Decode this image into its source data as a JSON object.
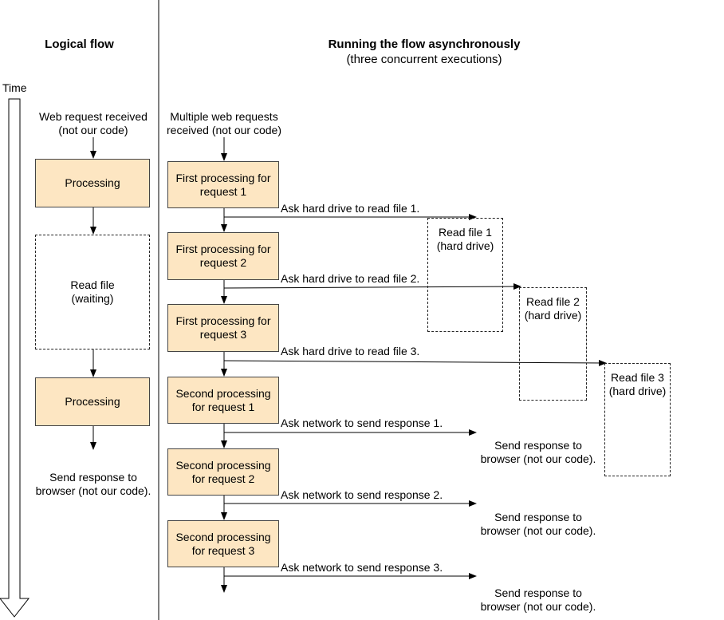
{
  "left": {
    "heading": "Logical flow",
    "time_label": "Time",
    "start_text": "Web request received\n(not our code)",
    "processing_1": "Processing",
    "read_file": "Read file\n(waiting)",
    "processing_2": "Processing",
    "end_text": "Send response to\nbrowser (not our code)."
  },
  "right": {
    "heading": "Running the flow asynchronously",
    "subheading": "(three concurrent executions)",
    "start_text": "Multiple web requests\nreceived (not our code)",
    "boxes": [
      "First processing for\nrequest 1",
      "First processing for\nrequest 2",
      "First processing for\nrequest 3",
      "Second processing\nfor request 1",
      "Second processing\nfor request 2",
      "Second processing\nfor request 3"
    ],
    "arrow_labels": [
      "Ask hard drive to read file 1.",
      "Ask hard drive to read file 2.",
      "Ask hard drive to read file 3.",
      "Ask network to send response 1.",
      "Ask network to send response 2.",
      "Ask network to send response 3."
    ],
    "read_files": [
      "Read file 1\n(hard drive)",
      "Read file 2\n(hard drive)",
      "Read file 3\n(hard drive)"
    ],
    "send_responses": [
      "Send response to\nbrowser (not our code).",
      "Send response to\nbrowser (not our code).",
      "Send response to\nbrowser (not our code)."
    ]
  }
}
